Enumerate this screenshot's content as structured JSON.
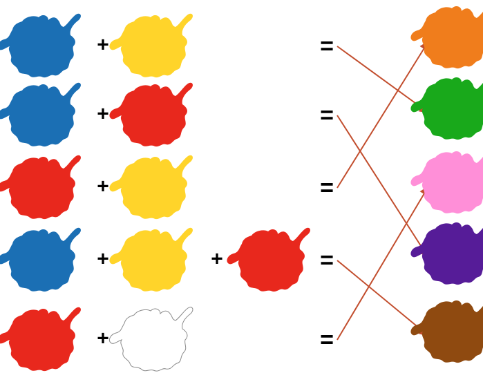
{
  "operators": {
    "plus": "+",
    "equals": "="
  },
  "colors": {
    "blue": "#1b6fb4",
    "yellow": "#ffd42a",
    "red": "#e8281d",
    "white": "#ffffff",
    "orange": "#f07d1c",
    "green": "#19a91b",
    "pink": "#ff8fd8",
    "purple": "#561c98",
    "brown": "#8f4a10",
    "arrow": "#c24e2e",
    "outline": "#8a8a8a"
  },
  "equations": [
    {
      "left": [
        "blue",
        "yellow"
      ],
      "answer": "green"
    },
    {
      "left": [
        "blue",
        "red"
      ],
      "answer": "purple"
    },
    {
      "left": [
        "red",
        "yellow"
      ],
      "answer": "orange"
    },
    {
      "left": [
        "blue",
        "yellow",
        "red"
      ],
      "answer": "brown"
    },
    {
      "left": [
        "red",
        "white"
      ],
      "answer": "pink"
    }
  ],
  "results": [
    "orange",
    "green",
    "pink",
    "purple",
    "brown"
  ]
}
